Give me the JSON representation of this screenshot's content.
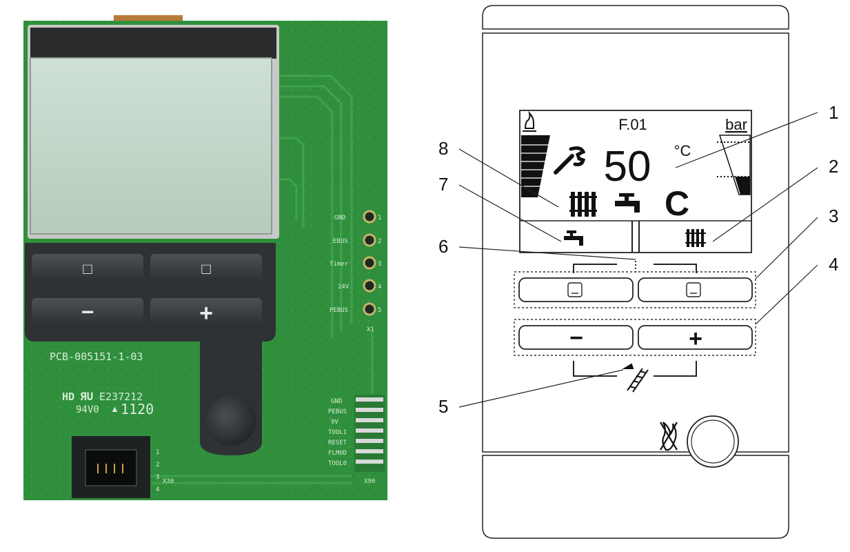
{
  "pcb": {
    "part_number": "PCB-005151-1-03",
    "marking_hd": "HD",
    "ul_mark": "ЯU",
    "ul_code": "E237212",
    "rating": "94V0",
    "date_code": "1120",
    "connector_x1_label": "X1",
    "connector_x1_pins": [
      {
        "name": "GND",
        "num": "1"
      },
      {
        "name": "EBUS",
        "num": "2"
      },
      {
        "name": "Timer",
        "num": "3"
      },
      {
        "name": "24V",
        "num": "4"
      },
      {
        "name": "PEBUS",
        "num": "5"
      }
    ],
    "connector_x90_label": "X90",
    "connector_x90_pins": [
      "GND",
      "PEBUS",
      "9V",
      "TOOL1",
      "RESET",
      "FLMOD",
      "TOOL0"
    ],
    "connector_x30_label": "X30",
    "connector_x30_pins": [
      "1",
      "2",
      "3",
      "4"
    ],
    "buttons": [
      "□",
      "□",
      "−",
      "+"
    ]
  },
  "panel": {
    "lcd": {
      "fault_code": "F.01",
      "temperature": "50",
      "unit": "°C",
      "pressure_unit": "bar",
      "status_letter": "C"
    },
    "callouts": [
      "1",
      "2",
      "3",
      "4",
      "5",
      "6",
      "7",
      "8"
    ],
    "buttons": {
      "minus": "−",
      "plus": "+"
    }
  },
  "colors": {
    "pcb_green": "#2f8f3c",
    "pcb_trace": "#3fa34d",
    "lcd_screen": "#c3d6c9",
    "keypad": "#2e3234"
  }
}
